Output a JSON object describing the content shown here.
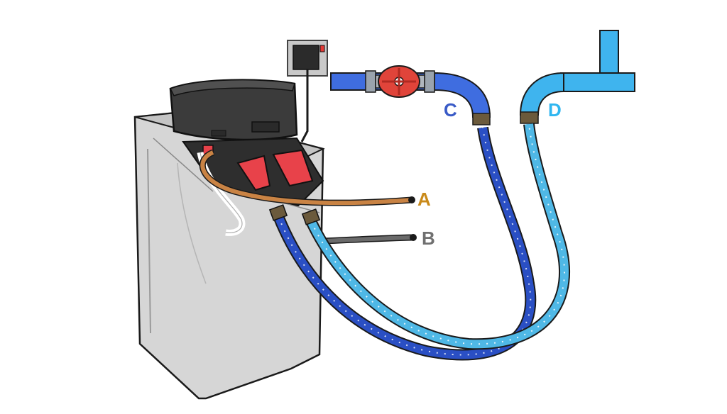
{
  "labels": {
    "a": "A",
    "b": "B",
    "c": "C",
    "d": "D"
  },
  "colors": {
    "label_a": "#c98a1a",
    "label_b": "#707070",
    "label_c": "#3a5bc7",
    "label_d": "#2fb6f0",
    "hose_dark_blue": "#2a4fc4",
    "hose_light_blue": "#4fb8e6",
    "pipe_blue": "#3f6de0",
    "pipe_light_blue": "#3fb4ee",
    "overflow_hose": "#c98344",
    "drain_hose": "#6a6a6a",
    "valve_red": "#e0443a",
    "connector_red": "#e8424a",
    "tank": "#d6d6d6",
    "head_unit": "#3b3b3b",
    "socket_plate": "#c9c9c9"
  },
  "icons": {
    "softener": "water-softener-unit",
    "socket": "power-socket",
    "valve": "stop-valve"
  }
}
